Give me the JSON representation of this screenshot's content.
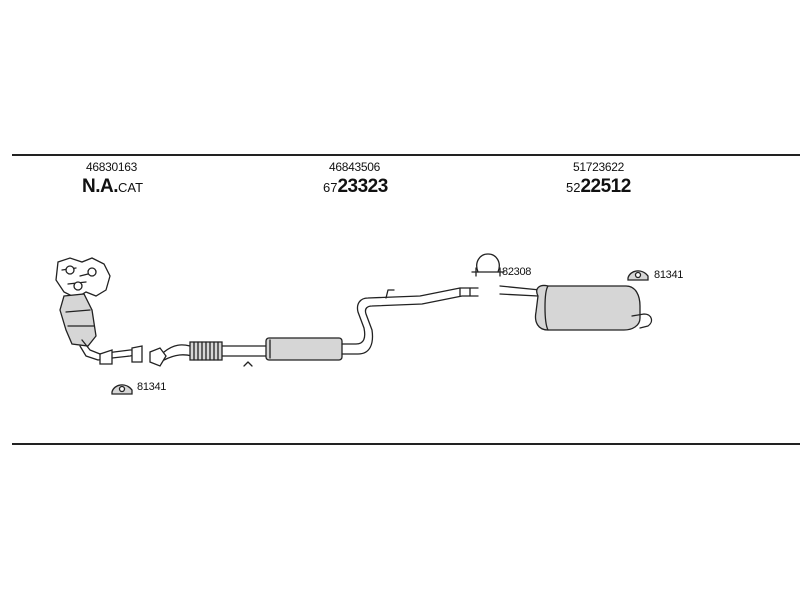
{
  "sections": [
    {
      "part_number": "46830163",
      "ref_prefix": "N.A.",
      "ref_suffix": "CAT"
    },
    {
      "part_number": "46843506",
      "ref_prefix": "67",
      "ref_suffix": "23323"
    },
    {
      "part_number": "51723622",
      "ref_prefix": "52",
      "ref_suffix": "22512"
    }
  ],
  "clamps": [
    {
      "label": "81341",
      "icon": "rubber-mount-icon"
    },
    {
      "label": "82308",
      "icon": "u-clamp-icon"
    },
    {
      "label": "81341",
      "icon": "rubber-mount-icon"
    }
  ]
}
